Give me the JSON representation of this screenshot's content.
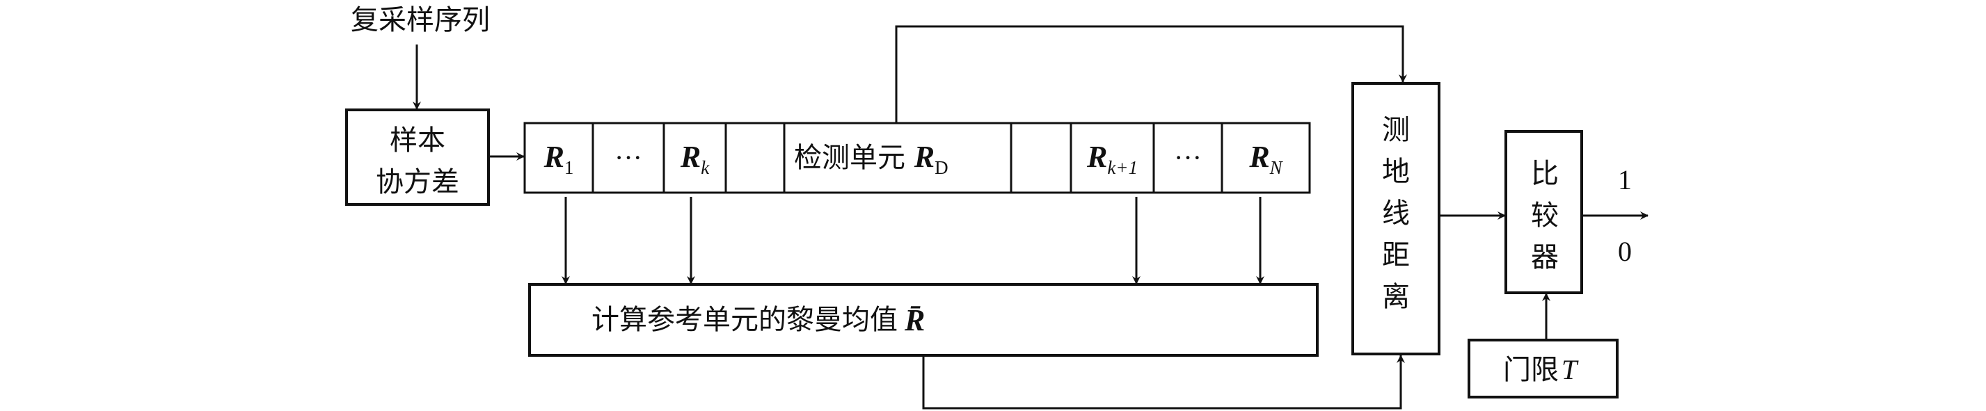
{
  "diagram": {
    "input_label": "复采样序列",
    "sample_cov": {
      "line1": "样本",
      "line2": "协方差"
    },
    "cells": [
      {
        "type": "ref",
        "main": "R",
        "sub": "1",
        "sub_italic": false
      },
      {
        "type": "ellipsis",
        "text": "···"
      },
      {
        "type": "ref",
        "main": "R",
        "sub": "k",
        "sub_italic": true
      },
      {
        "type": "guard"
      },
      {
        "type": "test",
        "prefix": "检测单元",
        "main": "R",
        "sub": "D",
        "sub_italic": false
      },
      {
        "type": "guard"
      },
      {
        "type": "ref",
        "main": "R",
        "sub": "k+1",
        "sub_italic": true
      },
      {
        "type": "ellipsis",
        "text": "···"
      },
      {
        "type": "ref",
        "main": "R",
        "sub": "N",
        "sub_italic": true
      }
    ],
    "mean_box": {
      "label": "计算参考单元的黎曼均值",
      "symbol": "R̄"
    },
    "geodesic_box": {
      "chars": [
        "测",
        "地",
        "线",
        "距",
        "离"
      ]
    },
    "comparator_box": {
      "chars": [
        "比",
        "较",
        "器"
      ]
    },
    "threshold_box": {
      "label": "门限",
      "symbol": "T"
    },
    "outputs": {
      "high": "1",
      "low": "0"
    }
  }
}
